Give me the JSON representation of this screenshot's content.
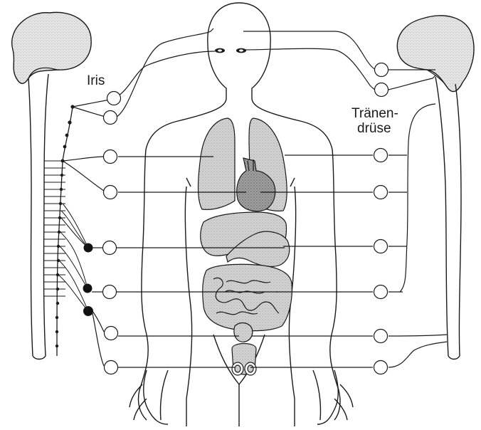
{
  "labels": {
    "iris": "Iris",
    "lacrimal_gland_line1": "Tränen-",
    "lacrimal_gland_line2": "drüse"
  },
  "colors": {
    "line": "#1a1a1a",
    "organ_fill": "#c9c9c9",
    "heart_fill": "#9a9a9a",
    "brain_fill": "#e2e2e2",
    "ganglion_fill": "#111111",
    "background": "#ffffff"
  }
}
